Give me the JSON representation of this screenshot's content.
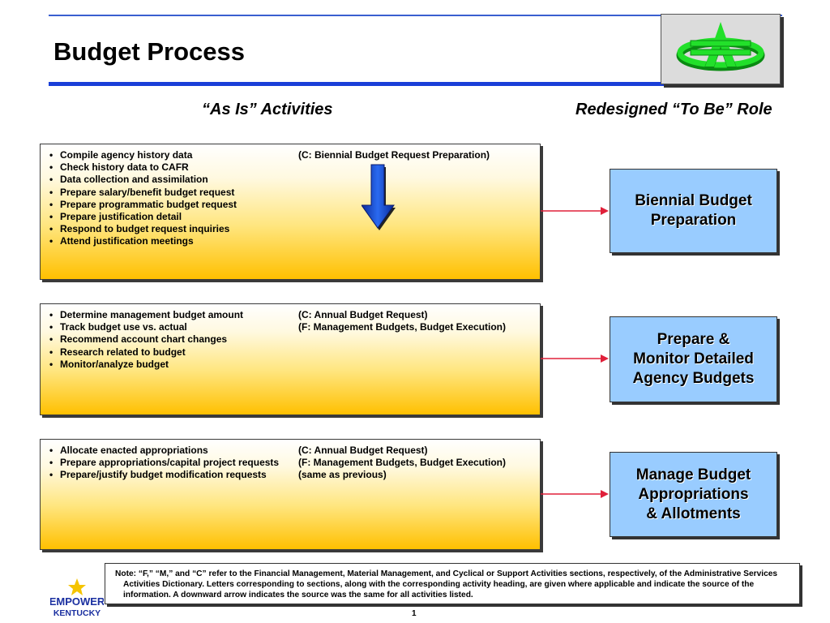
{
  "header": {
    "title": "Budget Process",
    "logo_icon": "green-a-logo-icon"
  },
  "columns": {
    "as_is": "“As Is” Activities",
    "to_be": "Redesigned “To Be” Role"
  },
  "activity_boxes": [
    {
      "activities": [
        "Compile agency history data",
        "Check history data to CAFR",
        "Data collection and assimilation",
        "Prepare salary/benefit budget request",
        "Prepare programmatic budget request",
        "Prepare justification detail",
        "Respond to budget request inquiries",
        "Attend justification meetings"
      ],
      "sources": [
        "(C: Biennial Budget Request Preparation)"
      ],
      "has_down_arrow": true
    },
    {
      "activities": [
        "Determine management budget amount",
        "Track budget use vs. actual",
        "Recommend account chart changes",
        "Research related to budget",
        "Monitor/analyze budget"
      ],
      "sources": [
        "(C: Annual Budget Request)",
        "(F: Management Budgets, Budget Execution)"
      ]
    },
    {
      "activities": [
        "Allocate enacted appropriations",
        "Prepare appropriations/capital project requests",
        "Prepare/justify budget modification requests"
      ],
      "sources": [
        "(C: Annual Budget Request)",
        "(F: Management Budgets, Budget Execution)",
        "(same as previous)"
      ]
    }
  ],
  "roles": [
    "Biennial Budget\nPreparation",
    "Prepare &\nMonitor Detailed\nAgency Budgets",
    "Manage Budget\nAppropriations\n& Allotments"
  ],
  "note": "Note: “F,” “M,” and “C” refer to the Financial Management, Material Management, and Cyclical or Support Activities sections, respectively, of the Administrative Services Activities Dictionary.  Letters corresponding to sections, along with the corresponding activity heading, are given where applicable and indicate the source of the information.  A downward arrow indicates the source was the same for all activities listed.",
  "footer": {
    "logo_line1": "EMPOWER",
    "logo_line2": "KENTUCKY",
    "page_number": "1"
  },
  "colors": {
    "rule_blue": "#1a3fd8",
    "role_fill": "#99ccff",
    "activity_gold": "#ffc000",
    "connector_red": "#e0203a",
    "arrow_blue": "#1a4fd8"
  }
}
